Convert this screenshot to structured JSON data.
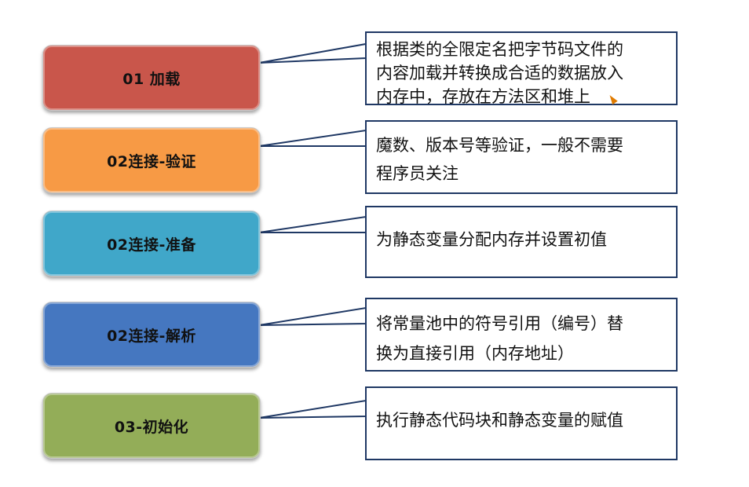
{
  "colors": {
    "load": "#c9564b",
    "verify": "#f79a45",
    "prepare": "#40a7c9",
    "resolve": "#4577c0",
    "init": "#93ad58",
    "callout_border": "#1f3864"
  },
  "stages": [
    {
      "label": "01 加载",
      "description": "根据类的全限定名把字节码文件的\n内容加载并转换成合适的数据放入\n内存中，存放在方法区和堆上"
    },
    {
      "label": "02连接-验证",
      "description": "魔数、版本号等验证，一般不需要\n程序员关注"
    },
    {
      "label": "02连接-准备",
      "description": "为静态变量分配内存并设置初值"
    },
    {
      "label": "02连接-解析",
      "description": "将常量池中的符号引用（编号）替\n换为直接引用（内存地址）"
    },
    {
      "label": "03-初始化",
      "description": "执行静态代码块和静态变量的赋值"
    }
  ]
}
